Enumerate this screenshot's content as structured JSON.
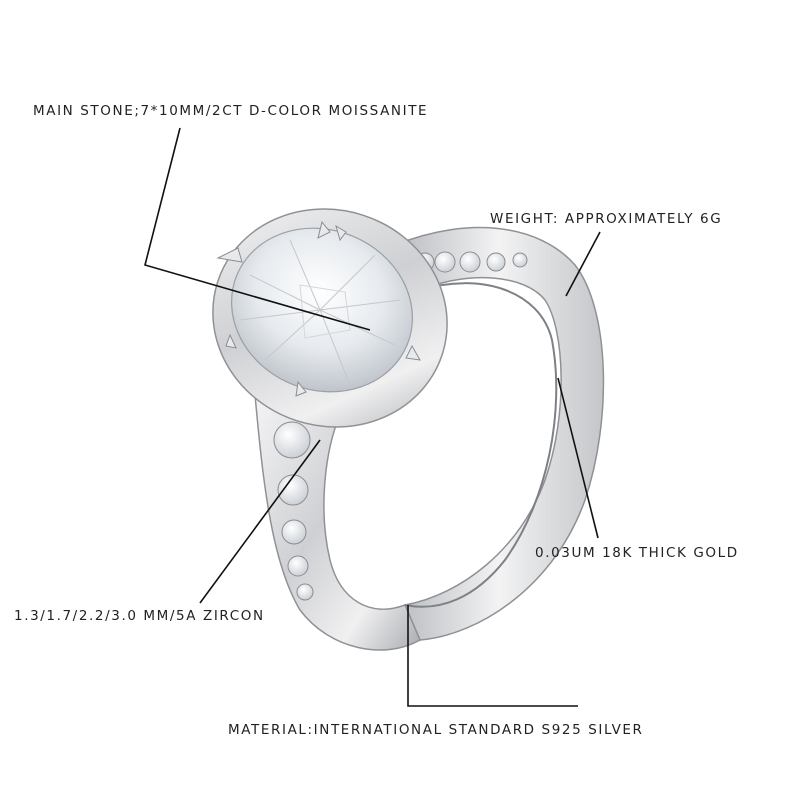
{
  "annotations": {
    "main_stone": "MAIN STONE;7*10MM/2CT D-COLOR MOISSANITE",
    "weight": "WEIGHT: APPROXIMATELY 6G",
    "plating": "0.03UM 18K THICK GOLD",
    "side_stones": "1.3/1.7/2.2/3.0 MM/5A ZIRCON",
    "material": "MATERIAL:INTERNATIONAL STANDARD S925 SILVER"
  },
  "colors": {
    "background": "#ffffff",
    "text": "#222222",
    "leader_line": "#111111",
    "metal": "#d9dadc",
    "metal_shadow": "#9a9ca0",
    "stone": "#eef1f4"
  }
}
